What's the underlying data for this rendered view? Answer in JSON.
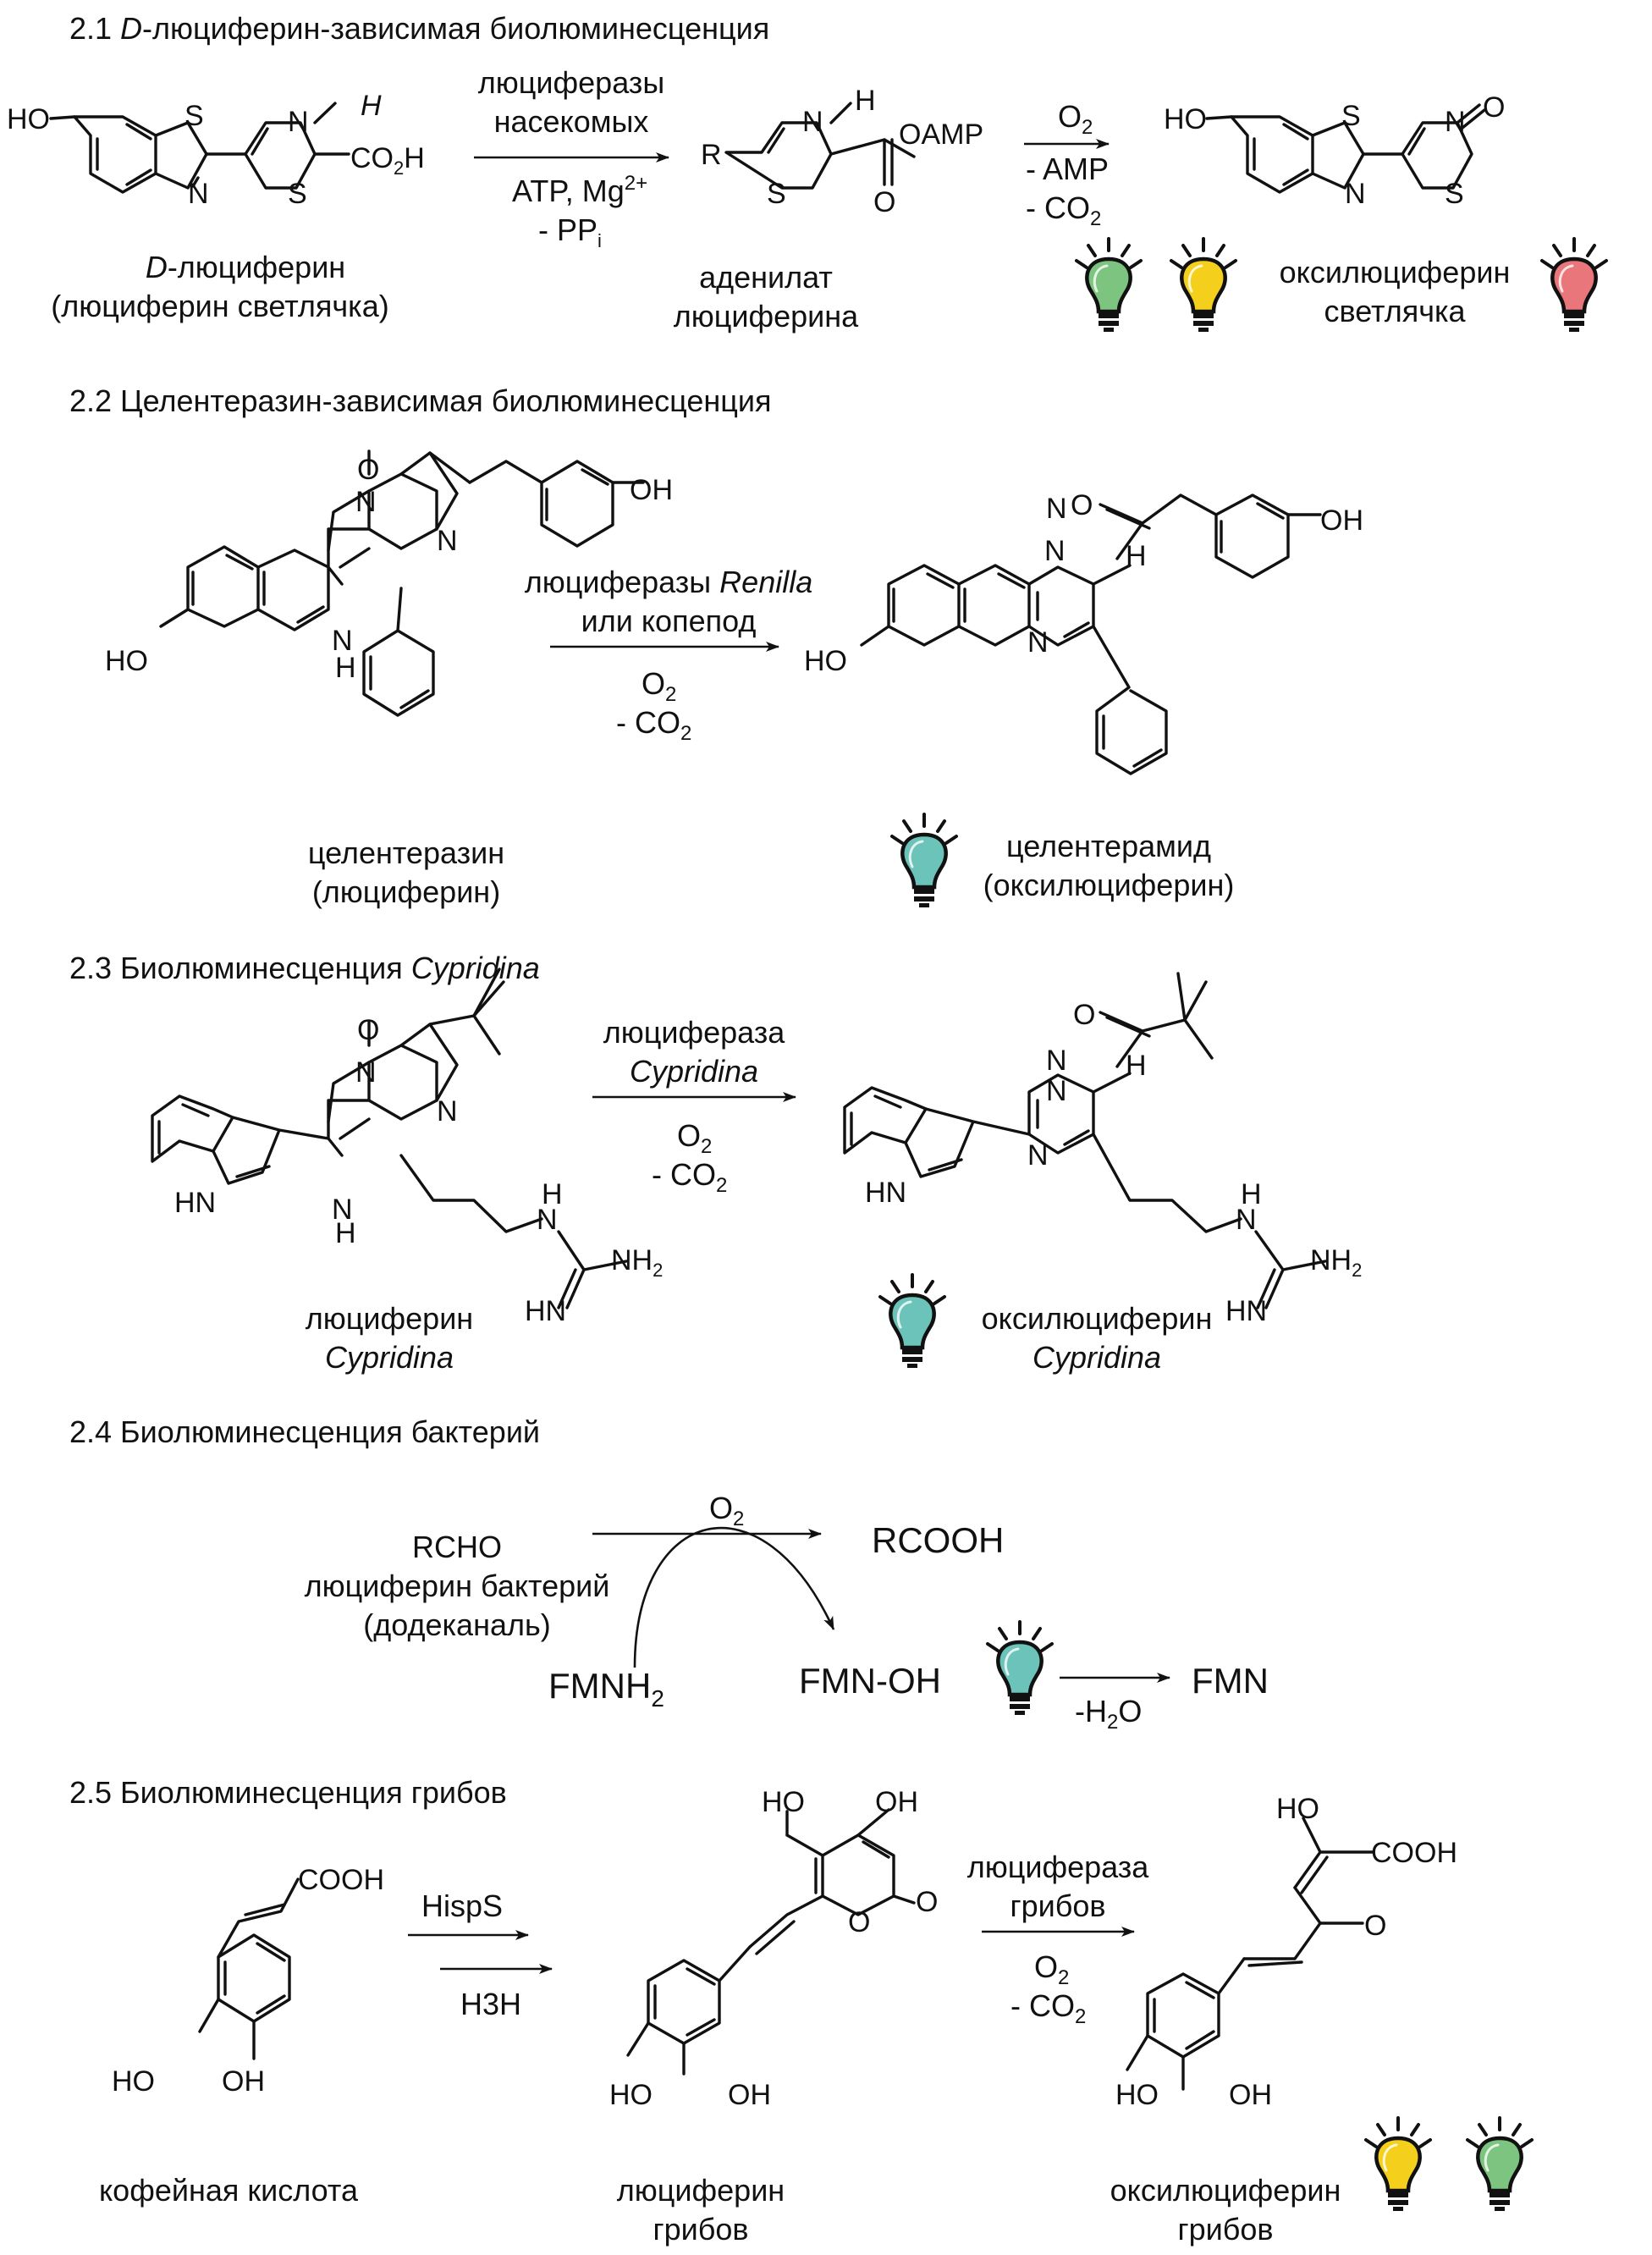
{
  "sections": [
    {
      "id": "s21",
      "title_num": "2.1 ",
      "title_italic": "D",
      "title_rest": "-люциферин-зависимая биолюминесценция",
      "reagents_above": [
        "люциферазы",
        "насекомых"
      ],
      "reagents_below": [
        "ATP, Mg",
        "2+",
        "- PP",
        "i"
      ],
      "reagents2_above": [
        "O",
        "2"
      ],
      "reagents2_below": [
        "- AMP",
        "- CO",
        "2"
      ],
      "atoms1": [
        "HO",
        "S",
        "N",
        "N",
        "S",
        "H",
        "CO",
        "2",
        "H"
      ],
      "atoms2": [
        "R",
        "N",
        "S",
        "H",
        "OAMP",
        "O"
      ],
      "atoms3": [
        "HO",
        "S",
        "N",
        "N",
        "S",
        "O"
      ],
      "label1_italic": "D",
      "label1_rest": "-люциферин",
      "label1_line2": "(люциферин светлячка)",
      "label2": [
        "аденилат",
        "люциферина"
      ],
      "label3": [
        "оксилюциферин",
        "светлячка"
      ],
      "bulbs": [
        "green",
        "yellow",
        "red"
      ]
    },
    {
      "id": "s22",
      "title": "2.2 Целентеразин-зависимая биолюминесценция",
      "reagents_above_plain": "люциферазы ",
      "reagents_above_italic": "Renilla",
      "reagents_above_line2": "или копепод",
      "reagents_below": [
        "O",
        "2",
        "- CO",
        "2"
      ],
      "atoms1": [
        "O",
        "N",
        "N",
        "OH",
        "HO",
        "N",
        "H"
      ],
      "atoms2": [
        "O",
        "N",
        "H",
        "N",
        "OH",
        "HO",
        "N"
      ],
      "label1": [
        "целентеразин",
        "(люциферин)"
      ],
      "label2": [
        "целентерамид",
        "(оксилюциферин)"
      ],
      "bulbs": [
        "teal"
      ]
    },
    {
      "id": "s23",
      "title_plain": "2.3 Биолюминесценция ",
      "title_italic": "Cypridina",
      "reagents_above": "люцифераза",
      "reagents_above_italic": "Cypridina",
      "reagents_below": [
        "O",
        "2",
        "- CO",
        "2"
      ],
      "atoms1": [
        "O",
        "N",
        "N",
        "HN",
        "N",
        "H",
        "N",
        "H",
        "NH",
        "2",
        "HN"
      ],
      "atoms2": [
        "O",
        "N",
        "H",
        "N",
        "N",
        "HN",
        "N",
        "H",
        "NH",
        "2",
        "HN"
      ],
      "label1": "люциферин",
      "label1_italic": "Cypridina",
      "label2": "оксилюциферин",
      "label2_italic": "Cypridina",
      "bulbs": [
        "teal"
      ]
    },
    {
      "id": "s24",
      "title": "2.4 Биолюминесценция бактерий",
      "reagent_above": [
        "O",
        "2"
      ],
      "reactant_lines": [
        "RCHO",
        "люциферин бактерий",
        "(додеканаль)"
      ],
      "product": "RCOOH",
      "cofactor": [
        "FMNH",
        "2"
      ],
      "intermediate": "FMN-OH",
      "final": "FMN",
      "final_reagent": [
        "-H",
        "2",
        "O"
      ],
      "bulbs": [
        "teal"
      ]
    },
    {
      "id": "s25",
      "title": "2.5 Биолюминесценция грибов",
      "enzyme1": "HispS",
      "enzyme2": "H3H",
      "reagents_above": [
        "люцифераза",
        "грибов"
      ],
      "reagents_below": [
        "O",
        "2",
        "- CO",
        "2"
      ],
      "atoms1": [
        "COOH",
        "HO",
        "OH"
      ],
      "atoms2": [
        "HO",
        "OH",
        "O",
        "O",
        "HO",
        "OH"
      ],
      "atoms3": [
        "HO",
        "COOH",
        "O",
        "HO",
        "OH"
      ],
      "label1": "кофейная кислота",
      "label2": [
        "люциферин",
        "грибов"
      ],
      "label3": [
        "оксилюциферин",
        "грибов"
      ],
      "bulbs": [
        "yellow",
        "green"
      ]
    }
  ],
  "colors": {
    "green": "#7cc47f",
    "yellow": "#f4cf1b",
    "red": "#e8767a",
    "teal": "#6cc3b9",
    "ink": "#111111"
  }
}
